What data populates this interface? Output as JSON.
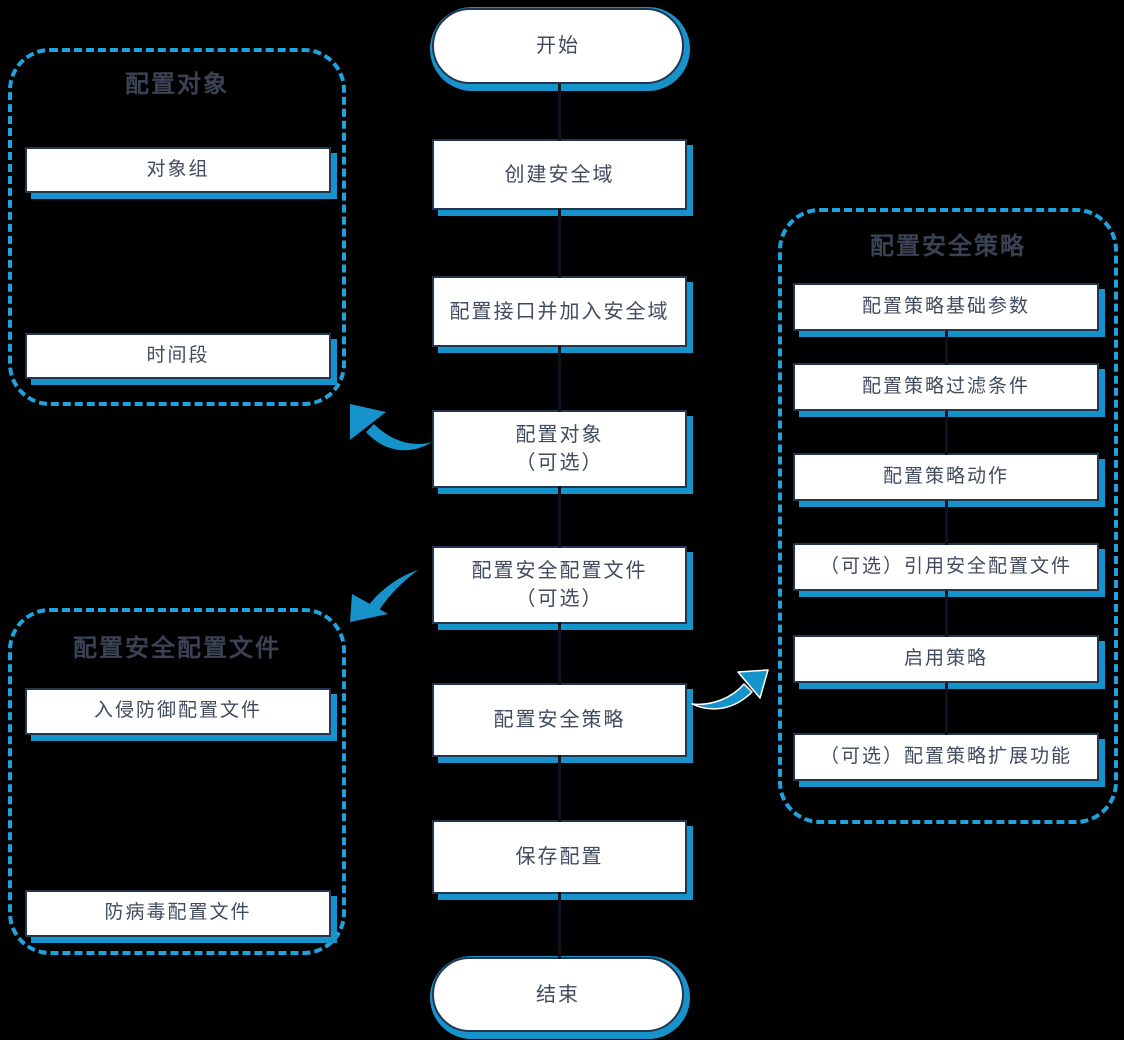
{
  "colors": {
    "background": "#000000",
    "box_fill": "#ffffff",
    "box_border": "#233650",
    "shadow_blue": "#1793cb",
    "dashed_blue": "#20a3dd",
    "text": "#424b5e",
    "title_text": "#3a4254",
    "connector": "#0a1322"
  },
  "flow": {
    "start_label": "开始",
    "steps": [
      {
        "line1": "创建安全域"
      },
      {
        "line1": "配置接口并加入安全域"
      },
      {
        "line1": "配置对象",
        "line2": "（可选）"
      },
      {
        "line1": "配置安全配置文件",
        "line2": "（可选）"
      },
      {
        "line1": "配置安全策略"
      },
      {
        "line1": "保存配置"
      }
    ],
    "end_label": "结束"
  },
  "groups": {
    "objects": {
      "title": "配置对象",
      "items": [
        {
          "label": "对象组"
        },
        {
          "label": "时间段"
        }
      ]
    },
    "profiles": {
      "title": "配置安全配置文件",
      "items": [
        {
          "label": "入侵防御配置文件"
        },
        {
          "label": "防病毒配置文件"
        }
      ]
    },
    "policy": {
      "title": "配置安全策略",
      "items": [
        {
          "label": "配置策略基础参数"
        },
        {
          "label": "配置策略过滤条件"
        },
        {
          "label": "配置策略动作"
        },
        {
          "label": "（可选）引用安全配置文件"
        },
        {
          "label": "启用策略"
        },
        {
          "label": "（可选）配置策略扩展功能"
        }
      ]
    }
  },
  "icons": {
    "arrow_to_objects": "curved-arrow-up-left",
    "arrow_to_profiles": "curved-arrow-down-left",
    "arrow_to_policy": "curved-arrow-up-right"
  }
}
